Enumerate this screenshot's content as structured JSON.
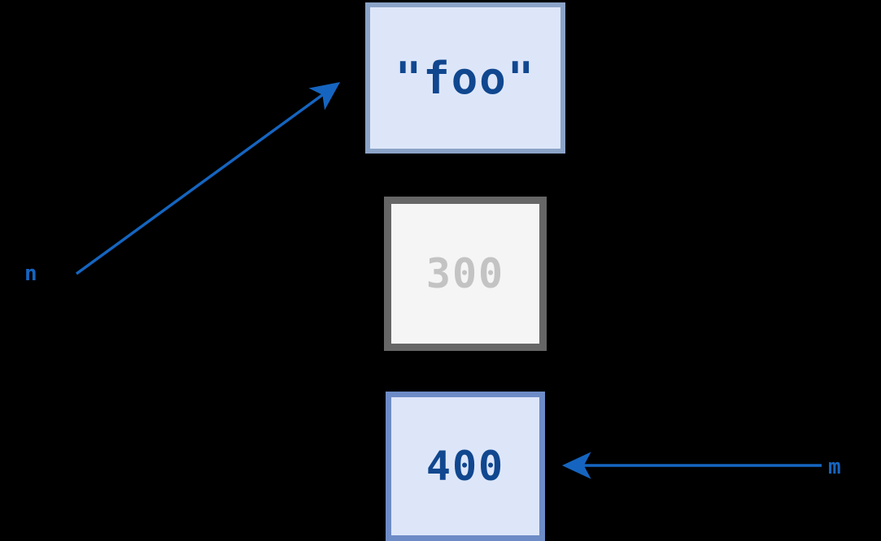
{
  "diagram": {
    "title": "pointer-variable-diagram",
    "background_color": "#000000",
    "accent_color": "#1565c0",
    "nodes": [
      {
        "id": "foo",
        "label": "\"foo\"",
        "fill_color": "#dde6f9",
        "border_color": "#8ba3c7",
        "text_color": "#10478f",
        "state": "active"
      },
      {
        "id": "three-hundred",
        "label": "300",
        "fill_color": "#f5f5f5",
        "border_color": "#666666",
        "text_color": "#c3c3c3",
        "state": "inactive"
      },
      {
        "id": "four-hundred",
        "label": "400",
        "fill_color": "#dde6f9",
        "border_color": "#6d8bc6",
        "text_color": "#10478f",
        "state": "active"
      }
    ],
    "variables": [
      {
        "id": "n",
        "label": "n",
        "color": "#1565c0",
        "points_to": "foo"
      },
      {
        "id": "m",
        "label": "m",
        "color": "#1565c0",
        "points_to": "four-hundred"
      }
    ],
    "arrows": [
      {
        "id": "arrow-n-to-foo",
        "from": "n",
        "to": "foo",
        "direction": "up-right",
        "color": "#1565c0"
      },
      {
        "id": "arrow-m-to-400",
        "from": "m",
        "to": "four-hundred",
        "direction": "left",
        "color": "#1565c0"
      }
    ]
  }
}
